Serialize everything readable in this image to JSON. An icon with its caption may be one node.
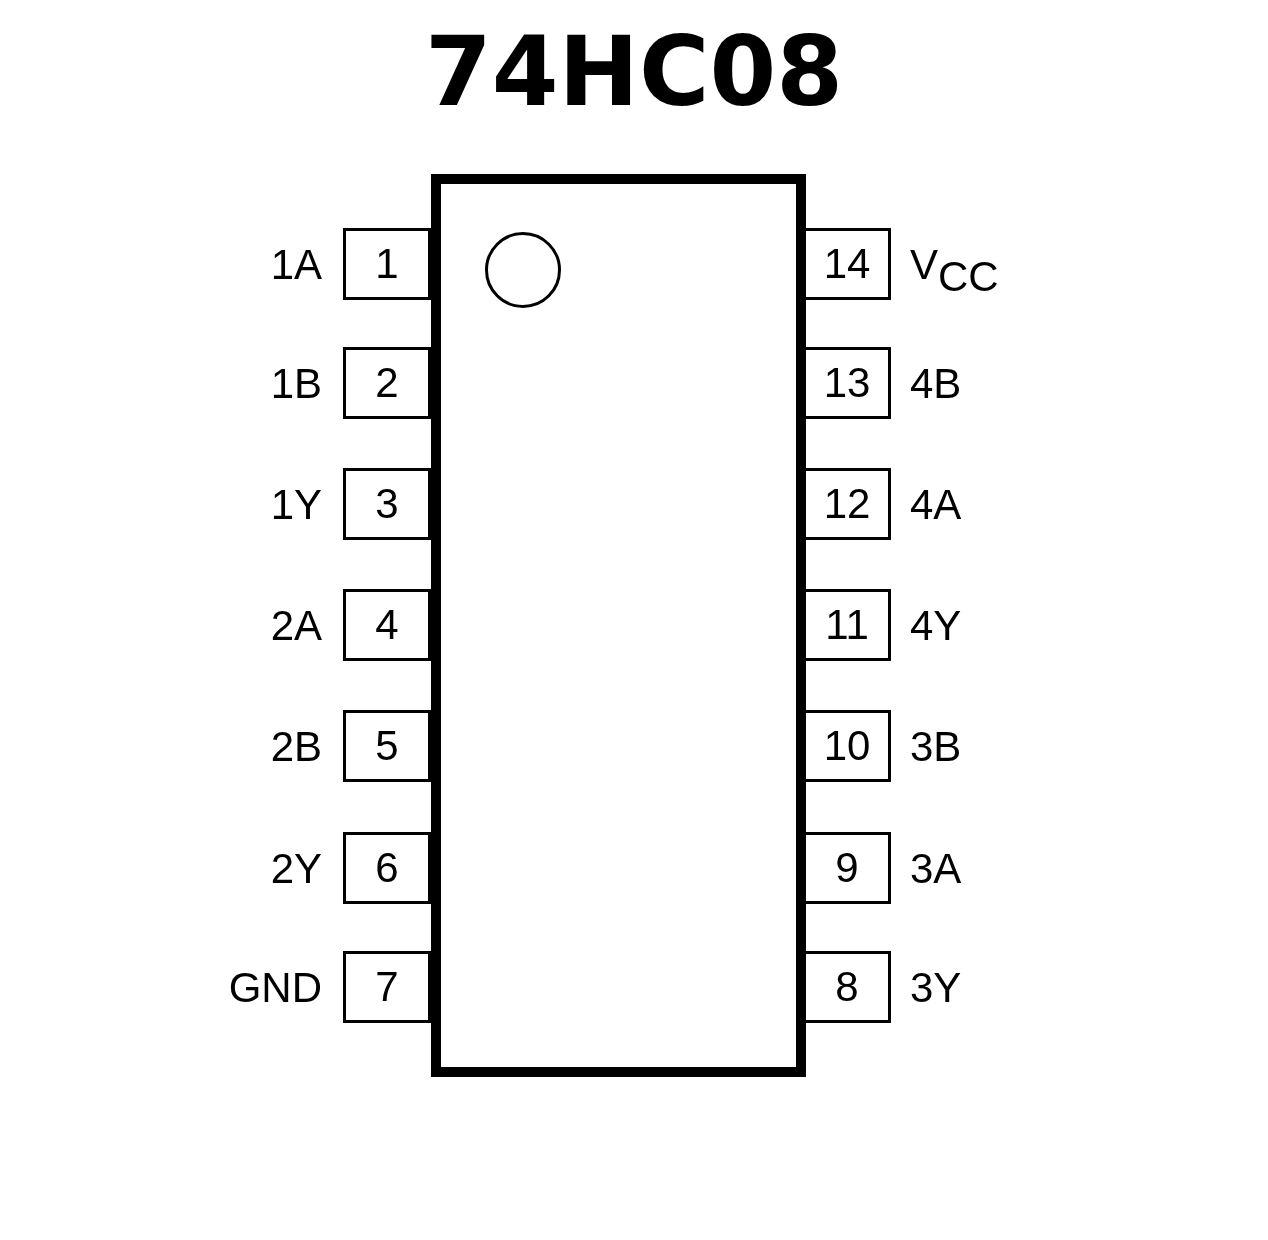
{
  "diagram": {
    "title": "74HC08",
    "nodes": [
      {
        "text": [],
        "shape": "box"
      },
      {
        "text": [],
        "shape": "circle",
        "in": 0
      },
      {
        "text": [
          "1"
        ],
        "beside": [
          "1A"
        ]
      },
      {
        "text": [
          "14"
        ],
        "beside": [
          "V$_{CC}$"
        ]
      },
      {
        "text": [
          "2"
        ],
        "beside": [
          "1B"
        ]
      },
      {
        "text": [
          "13"
        ],
        "beside": [
          "4B"
        ]
      },
      {
        "text": [
          "3"
        ],
        "beside": [
          "1Y"
        ]
      },
      {
        "text": [
          "12"
        ],
        "beside": [
          "4A"
        ]
      },
      {
        "text": [
          "4"
        ],
        "beside": [
          "2A"
        ]
      },
      {
        "text": [
          "11"
        ],
        "beside": [
          "4Y"
        ]
      },
      {
        "text": [
          "5"
        ],
        "beside": [
          "2B"
        ]
      },
      {
        "text": [
          "10"
        ],
        "beside": [
          "3B"
        ]
      },
      {
        "text": [
          "6"
        ],
        "beside": [
          "2Y"
        ]
      },
      {
        "text": [
          "9"
        ],
        "beside": [
          "3A"
        ]
      },
      {
        "text": [
          "7"
        ],
        "beside": [
          "GND"
        ]
      },
      {
        "text": [
          "8"
        ],
        "beside": [
          "3Y"
        ]
      }
    ]
  }
}
